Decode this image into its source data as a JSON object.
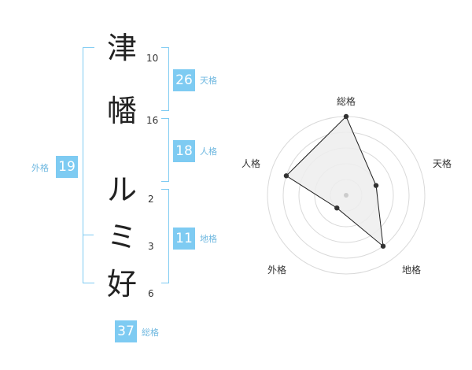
{
  "name": {
    "chars": [
      {
        "char": "津",
        "strokes": "10"
      },
      {
        "char": "幡",
        "strokes": "16"
      },
      {
        "char": "ル",
        "strokes": "2"
      },
      {
        "char": "ミ",
        "strokes": "3"
      },
      {
        "char": "好",
        "strokes": "6"
      }
    ]
  },
  "kaku": {
    "tenkaku": {
      "value": "26",
      "label": "天格"
    },
    "jinkaku": {
      "value": "18",
      "label": "人格"
    },
    "chikaku": {
      "value": "11",
      "label": "地格"
    },
    "gaikaku": {
      "value": "19",
      "label": "外格"
    },
    "soukaku": {
      "value": "37",
      "label": "総格"
    }
  },
  "chart_data": {
    "type": "radar",
    "axes": [
      "総格",
      "天格",
      "地格",
      "外格",
      "人格"
    ],
    "values": [
      5,
      2,
      4,
      1,
      4
    ],
    "max": 5,
    "rings": 5,
    "colors": {
      "fill": "#ededed",
      "stroke": "#222222",
      "grid": "#d9d9d9"
    }
  }
}
